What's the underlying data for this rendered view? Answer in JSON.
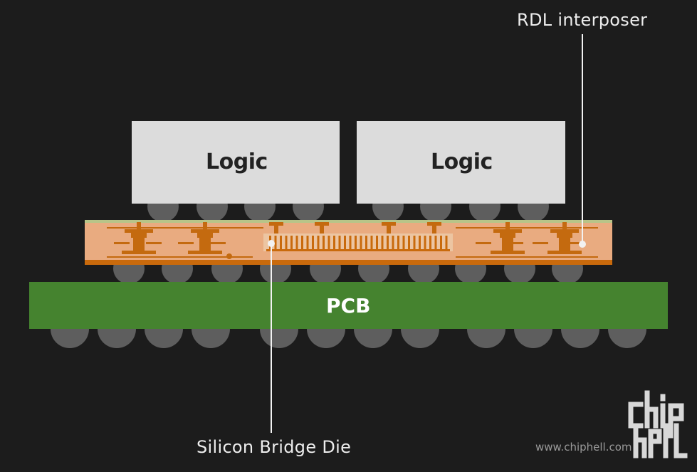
{
  "dies": [
    {
      "label": "Logic"
    },
    {
      "label": "Logic"
    }
  ],
  "substrate": {
    "label": "PCB"
  },
  "callouts": {
    "interposer": "RDL interposer",
    "bridge": "Silicon Bridge Die"
  },
  "watermark": {
    "url": "www.chiphell.com",
    "logo_text": "chiphell"
  },
  "colors": {
    "background": "#1c1c1c",
    "logic_die": "#dcdcdc",
    "bump": "#5e5e5e",
    "interposer": "#e7a97f",
    "interposer_edge": "#c96a0c",
    "copper": "#c46a0f",
    "pcb": "#45832f",
    "leader": "#f2f2f2"
  }
}
